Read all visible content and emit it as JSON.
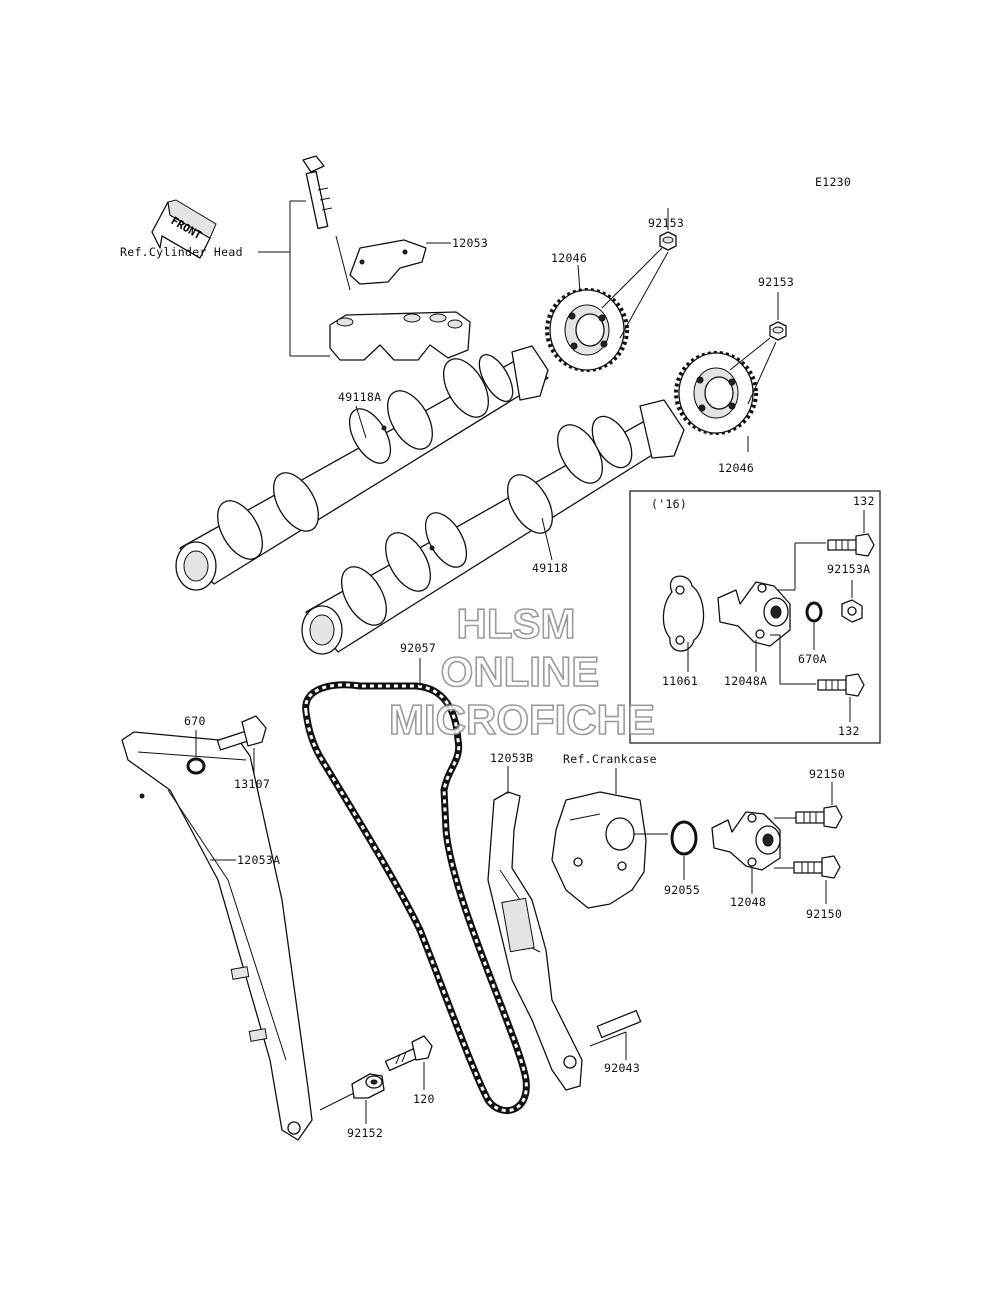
{
  "diagram_code": "E1230",
  "front_arrow_text": "FRONT",
  "inset_title": "('16)",
  "references": {
    "cylinder_head": "Ref.Cylinder Head",
    "crankcase": "Ref.Crankcase"
  },
  "parts": {
    "p12053": "12053",
    "p12046_top": "12046",
    "p92153_top": "92153",
    "p92153_right": "92153",
    "p12046_bottom": "12046",
    "p49118A": "49118A",
    "p49118": "49118",
    "p132_top": "132",
    "p92153A": "92153A",
    "p11061": "11061",
    "p12048A": "12048A",
    "p670A": "670A",
    "p132_bottom": "132",
    "p92057": "92057",
    "p670": "670",
    "p13107": "13107",
    "p12053A": "12053A",
    "p12053B": "12053B",
    "p92150_top": "92150",
    "p92055": "92055",
    "p12048": "12048",
    "p92150_bottom": "92150",
    "p92043": "92043",
    "p120": "120",
    "p92152": "92152"
  },
  "watermark": {
    "line1": "HLSM",
    "line2": "ONLINE",
    "line3": "MICROFICHE"
  }
}
